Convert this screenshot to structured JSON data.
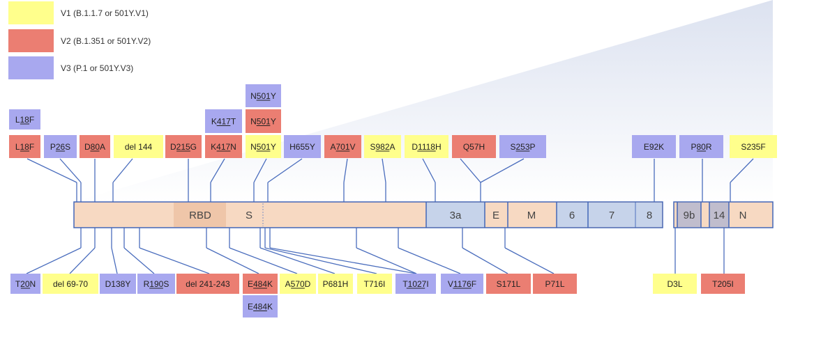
{
  "colors": {
    "V1": "#ffff8c",
    "V2": "#eb7e72",
    "V3": "#a8a8ef",
    "genome_fill": "#f7d9c2",
    "orf_fill": "#c6d3ea",
    "gray_fill": "#c0bdcd",
    "rbd_fill": "#efc6a9",
    "outline": "#4266b8",
    "leader": "#4a6dbd"
  },
  "legend": [
    {
      "variant": "V1",
      "text": "V1  (B.1.1.7  or 501Y.V1)"
    },
    {
      "variant": "V2",
      "text": "V2  (B.1.351  or 501Y.V2)"
    },
    {
      "variant": "V3",
      "text": "V3  (P.1 or 501Y.V3)"
    }
  ],
  "segments": [
    "RBD",
    "S",
    "3a",
    "E",
    "M",
    "6",
    "7",
    "8",
    "9b",
    "14",
    "N"
  ],
  "mutations_top": [
    {
      "label": "L18F",
      "u": [
        1,
        3
      ],
      "variant": "V3"
    },
    {
      "label": "L18F",
      "u": [
        1,
        3
      ],
      "variant": "V2"
    },
    {
      "label": "P26S",
      "u": [
        1,
        3
      ],
      "variant": "V3"
    },
    {
      "label": "D80A",
      "u": [
        1,
        3
      ],
      "variant": "V2"
    },
    {
      "label": "del 144",
      "u": null,
      "variant": "V1"
    },
    {
      "label": "D215G",
      "u": [
        1,
        4
      ],
      "variant": "V2"
    },
    {
      "label": "K417T",
      "u": [
        1,
        4
      ],
      "variant": "V3"
    },
    {
      "label": "K417N",
      "u": [
        1,
        4
      ],
      "variant": "V2"
    },
    {
      "label": "N501Y",
      "u": [
        1,
        4
      ],
      "variant": "V3"
    },
    {
      "label": "N501Y",
      "u": [
        1,
        4
      ],
      "variant": "V2"
    },
    {
      "label": "N501Y",
      "u": [
        1,
        4
      ],
      "variant": "V1"
    },
    {
      "label": "H655Y",
      "u": null,
      "variant": "V3"
    },
    {
      "label": "A701V",
      "u": [
        1,
        4
      ],
      "variant": "V2"
    },
    {
      "label": "S982A",
      "u": [
        1,
        4
      ],
      "variant": "V1"
    },
    {
      "label": "D1118H",
      "u": [
        1,
        5
      ],
      "variant": "V1"
    },
    {
      "label": "Q57H",
      "u": null,
      "variant": "V2"
    },
    {
      "label": "S253P",
      "u": [
        1,
        4
      ],
      "variant": "V3"
    },
    {
      "label": "E92K",
      "u": null,
      "variant": "V3"
    },
    {
      "label": "P80R",
      "u": [
        1,
        3
      ],
      "variant": "V3"
    },
    {
      "label": "S235F",
      "u": null,
      "variant": "V1"
    }
  ],
  "mutations_bottom": [
    {
      "label": "T20N",
      "u": [
        1,
        3
      ],
      "variant": "V3"
    },
    {
      "label": "del 69-70",
      "u": null,
      "variant": "V1"
    },
    {
      "label": "D138Y",
      "u": null,
      "variant": "V3"
    },
    {
      "label": "R190S",
      "u": [
        1,
        4
      ],
      "variant": "V3"
    },
    {
      "label": "del 241-243",
      "u": null,
      "variant": "V2"
    },
    {
      "label": "E484K",
      "u": [
        1,
        4
      ],
      "variant": "V2"
    },
    {
      "label": "E484K",
      "u": [
        1,
        4
      ],
      "variant": "V3"
    },
    {
      "label": "A570D",
      "u": [
        1,
        4
      ],
      "variant": "V1"
    },
    {
      "label": "P681H",
      "u": null,
      "variant": "V1"
    },
    {
      "label": "T716I",
      "u": null,
      "variant": "V1"
    },
    {
      "label": "T1027I",
      "u": [
        1,
        5
      ],
      "variant": "V3"
    },
    {
      "label": "V1176F",
      "u": [
        1,
        5
      ],
      "variant": "V3"
    },
    {
      "label": "S171L",
      "u": null,
      "variant": "V2"
    },
    {
      "label": "P71L",
      "u": null,
      "variant": "V2"
    },
    {
      "label": "D3L",
      "u": null,
      "variant": "V1"
    },
    {
      "label": "T205I",
      "u": null,
      "variant": "V2"
    }
  ]
}
